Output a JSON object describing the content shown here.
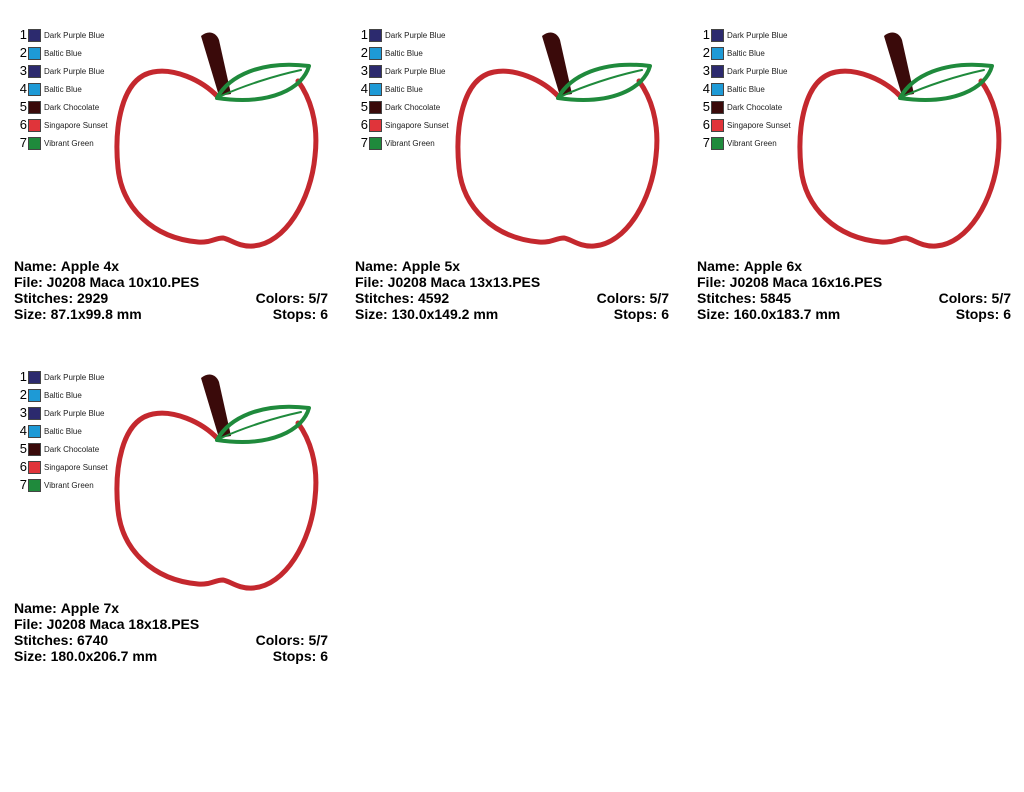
{
  "labels": {
    "name": "Name:",
    "file": "File:",
    "stitches": "Stitches:",
    "size": "Size:",
    "colors": "Colors:",
    "stops": "Stops:"
  },
  "palette": [
    {
      "num": "1",
      "name": "Dark Purple Blue",
      "color": "#2c2a6e"
    },
    {
      "num": "2",
      "name": "Baltic Blue",
      "color": "#1e9ad6"
    },
    {
      "num": "3",
      "name": "Dark Purple Blue",
      "color": "#2c2a6e"
    },
    {
      "num": "4",
      "name": "Baltic Blue",
      "color": "#1e9ad6"
    },
    {
      "num": "5",
      "name": "Dark Chocolate",
      "color": "#3a0a0a"
    },
    {
      "num": "6",
      "name": "Singapore Sunset",
      "color": "#e0343a"
    },
    {
      "num": "7",
      "name": "Vibrant Green",
      "color": "#1f8a3c"
    }
  ],
  "designs": [
    {
      "name": "Apple 4x",
      "file": "J0208 Maca 10x10.PES",
      "stitches": "2929",
      "size": "87.1x99.8 mm",
      "colors": "5/7",
      "stops": "6"
    },
    {
      "name": "Apple 5x",
      "file": "J0208 Maca 13x13.PES",
      "stitches": "4592",
      "size": "130.0x149.2 mm",
      "colors": "5/7",
      "stops": "6"
    },
    {
      "name": "Apple 6x",
      "file": "J0208 Maca 16x16.PES",
      "stitches": "5845",
      "size": "160.0x183.7 mm",
      "colors": "5/7",
      "stops": "6"
    },
    {
      "name": "Apple 7x",
      "file": "J0208 Maca 18x18.PES",
      "stitches": "6740",
      "size": "180.0x206.7 mm",
      "colors": "5/7",
      "stops": "6"
    }
  ],
  "apple_colors": {
    "outline": "#c4282e",
    "outline_dark": "#8a1a1e",
    "leaf": "#1f8a3c",
    "leaf_dark": "#0f5a24",
    "stem": "#3a0a0a"
  }
}
